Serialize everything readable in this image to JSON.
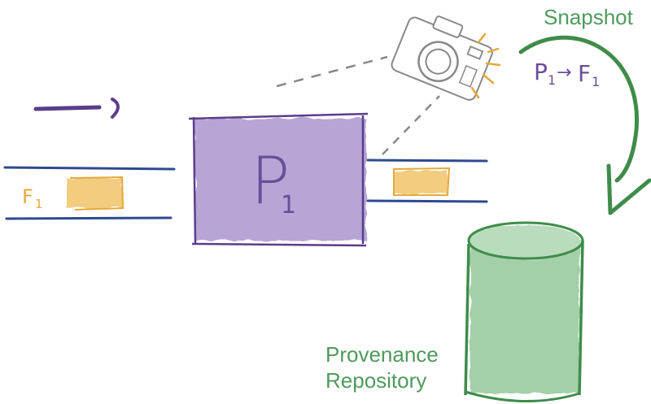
{
  "processor": {
    "letter": "P",
    "subscript": "1"
  },
  "flowfile": {
    "letter": "F",
    "subscript": "1"
  },
  "snapshot": {
    "title": "Snapshot",
    "mapping": {
      "from": "P",
      "from_sub": "1",
      "arrow": "→",
      "to": "F",
      "to_sub": "1"
    },
    "icon": "camera-icon"
  },
  "repository": {
    "line1": "Provenance",
    "line2": "Repository",
    "icon": "cylinder-icon"
  },
  "colors": {
    "processor_fill": "#b7a5d6",
    "processor_stroke": "#5b3d8a",
    "pipe": "#2e4a8f",
    "flowfile": "#f2c46a",
    "flowfile_stroke": "#e4a93a",
    "repo_fill": "#a3d0a8",
    "repo_stroke": "#3f8c4a",
    "camera": "#888888"
  }
}
